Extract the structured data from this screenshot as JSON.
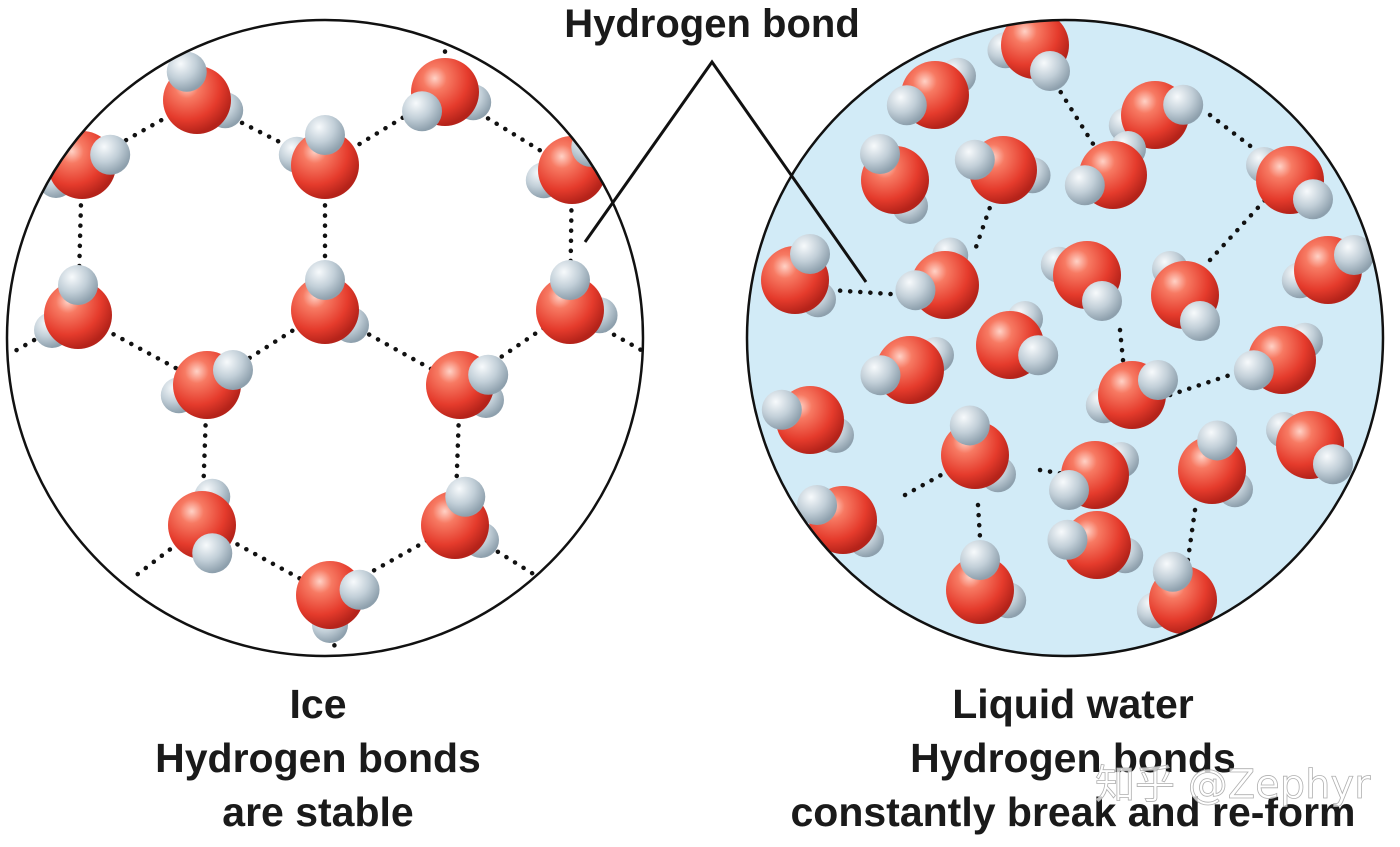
{
  "callout": {
    "label": "Hydrogen bond"
  },
  "ice": {
    "title": "Ice",
    "line1": "Hydrogen bonds",
    "line2": "are stable"
  },
  "liquid": {
    "title": "Liquid water",
    "line1": "Hydrogen bonds",
    "line2": "constantly break and re-form"
  },
  "watermark": {
    "text": "知乎 @Zephyr"
  },
  "colors": {
    "oxygen": "#e53b2c",
    "hydrogen": "#c2cfd8",
    "water_background": "#d2ebf7",
    "outline": "#111111"
  }
}
